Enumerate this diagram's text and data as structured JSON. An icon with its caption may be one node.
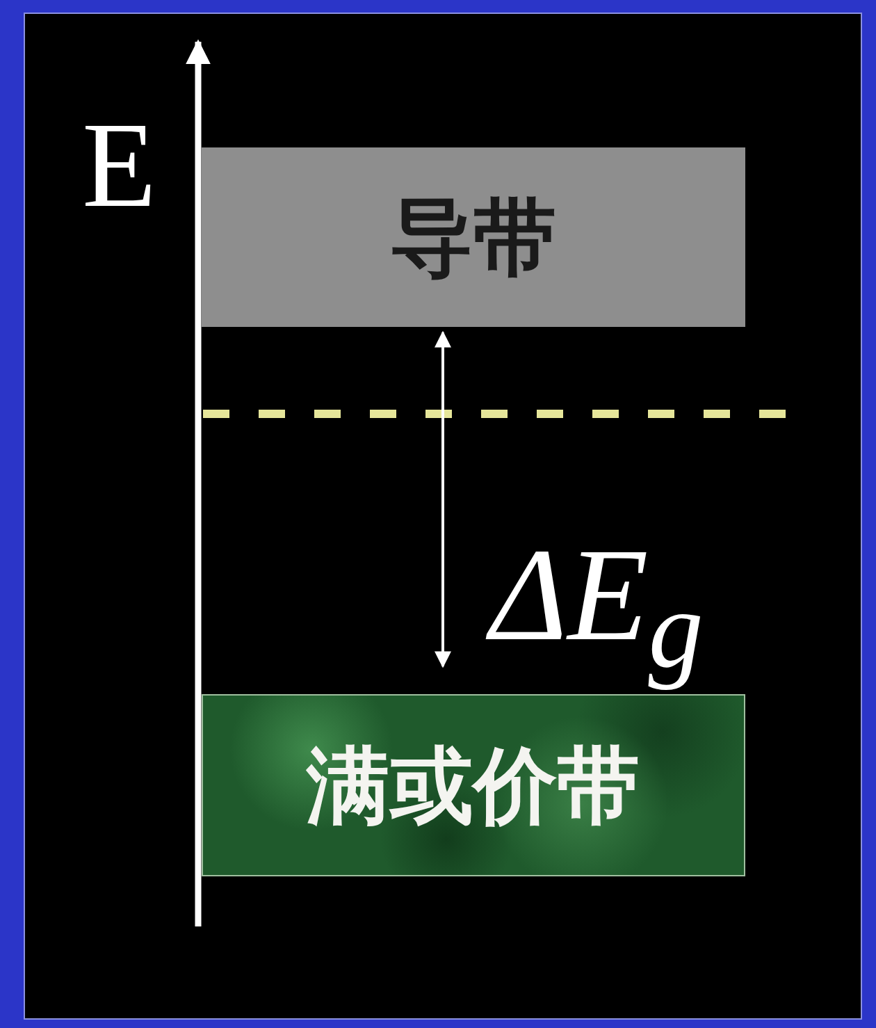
{
  "diagram": {
    "nodes": [
      {
        "text": [
          "导带"
        ]
      },
      {
        "text": [
          "满或价带"
        ]
      }
    ],
    "labels": [
      "E",
      "ΔE$_{g}$"
    ]
  }
}
